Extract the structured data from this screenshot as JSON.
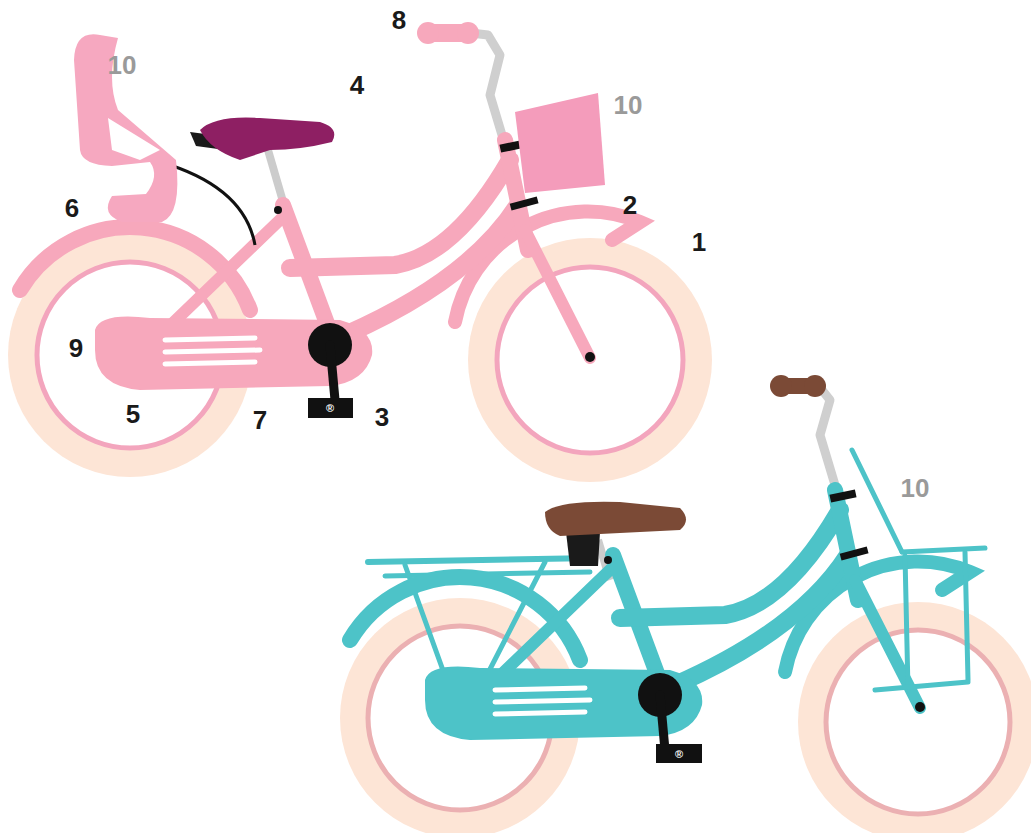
{
  "diagram": {
    "labels": [
      "8",
      "10",
      "4",
      "10",
      "2",
      "6",
      "1",
      "9",
      "5",
      "3",
      "7",
      "10",
      "®",
      "®"
    ]
  }
}
